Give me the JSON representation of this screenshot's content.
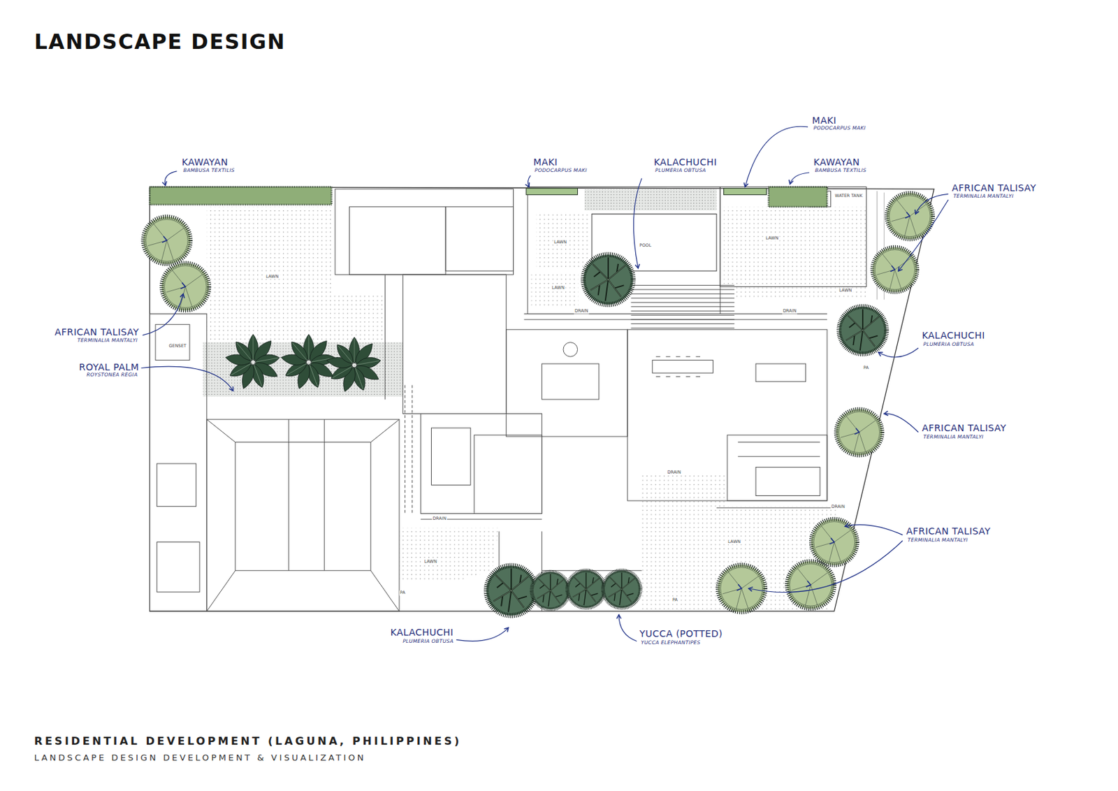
{
  "diagram": {
    "title": "LANDSCAPE DESIGN",
    "caption": "RESIDENTIAL DEVELOPMENT (LAGUNA, PHILIPPINES)",
    "labels": [
      "KAWAYAN",
      "BAMBUSA TEXTILIS",
      "MAKI",
      "PODOCARPUS MAKI",
      "KALACHUCHI",
      "PLUMERIA OBTUSA",
      "MAKI",
      "PODOCARPUS MAKI",
      "KAWAYAN",
      "BAMBUSA TEXTILIS",
      "AFRICAN TALISAY",
      "TERMINALIA MANTALYI",
      "AFRICAN TALISAY",
      "TERMINALIA MANTALYI",
      "ROYAL PALM",
      "ROYSTONEA REGIA",
      "KALACHUCHI",
      "PLUMERIA OBTUSA",
      "AFRICAN TALISAY",
      "TERMINALIA MANTALYI",
      "AFRICAN TALISAY",
      "TERMINALIA MANTALYI",
      "KALACHUCHI",
      "PLUMERIA OBTUSA",
      "YUCCA (POTTED)",
      "YUCCA ELEPHANTIPES",
      "LAWN",
      "LAWN",
      "LAWN",
      "POOL",
      "LAWN",
      "LAWN",
      "LAWN",
      "LAWN",
      "GENSET",
      "WATER TANK",
      "DRAIN",
      "DRAIN",
      "DRAIN",
      "DRAIN",
      "DRAIN",
      "PA",
      "PA",
      "PA",
      "LANDSCAPE DESIGN DEVELOPMENT & VISUALIZATION"
    ]
  }
}
